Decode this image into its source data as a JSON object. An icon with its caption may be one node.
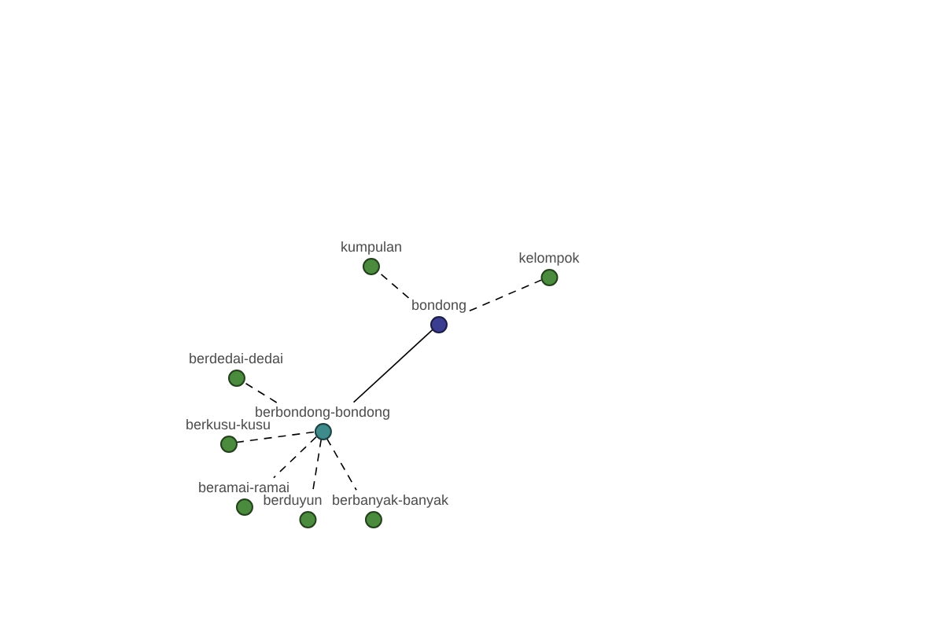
{
  "diagram": {
    "nodes": [
      {
        "text": [
          "kumpulan"
        ]
      },
      {
        "text": [
          "kelompok"
        ]
      },
      {
        "text": [
          "bondong"
        ]
      },
      {
        "text": [
          "berdedai-dedai"
        ]
      },
      {
        "text": [
          "berbondong-bondong"
        ]
      },
      {
        "text": [
          "berkusu-kusu"
        ]
      },
      {
        "text": [
          "beramai-ramai"
        ]
      },
      {
        "text": [
          "berduyun"
        ]
      },
      {
        "text": [
          "berbanyak-banyak"
        ]
      }
    ],
    "edges": [
      {
        "from": 2,
        "to": 0,
        "arrow": "none",
        "style": "dashed"
      },
      {
        "from": 2,
        "to": 1,
        "arrow": "none",
        "style": "dashed"
      },
      {
        "from": 2,
        "to": 4,
        "arrow": "none"
      },
      {
        "from": 4,
        "to": 3,
        "arrow": "none",
        "style": "dashed"
      },
      {
        "from": 4,
        "to": 5,
        "arrow": "none",
        "style": "dashed"
      },
      {
        "from": 4,
        "to": 6,
        "arrow": "none",
        "style": "dashed"
      },
      {
        "from": 4,
        "to": 7,
        "arrow": "none",
        "style": "dashed"
      },
      {
        "from": 4,
        "to": 8,
        "arrow": "none",
        "style": "dashed"
      }
    ]
  }
}
